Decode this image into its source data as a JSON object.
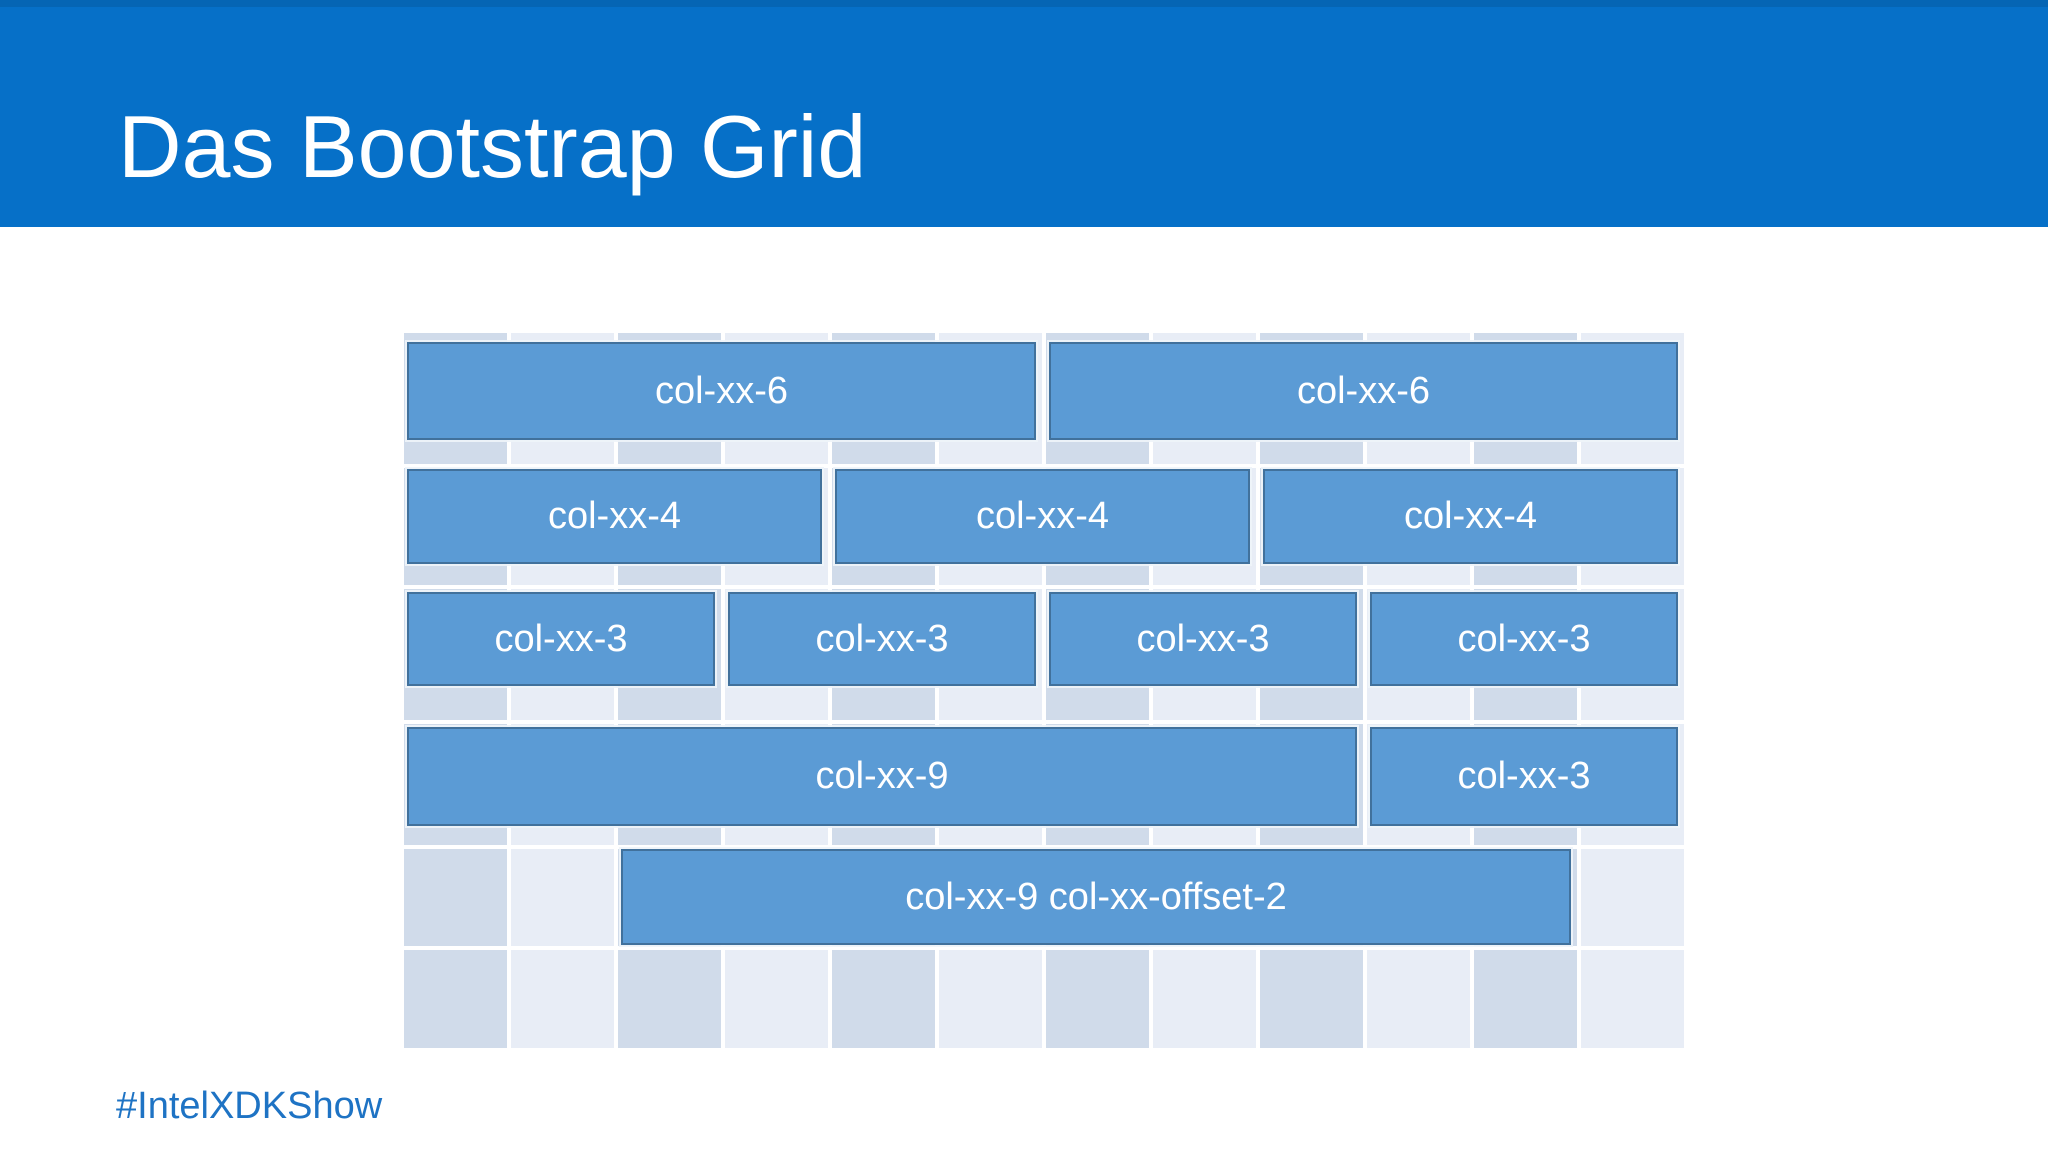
{
  "slide": {
    "title": "Das Bootstrap Grid",
    "hashtag": "#IntelXDKShow"
  },
  "colors": {
    "header_blue": "#0670C8",
    "header_blue_dark_strip": "#0565B4",
    "box_fill": "#5B9BD5",
    "box_border": "#41719C",
    "background_stripe_dark": "#D0DBEA",
    "background_stripe_light": "#E8EDF6",
    "hashtag_blue": "#1E73C4",
    "text_white": "#FFFFFF"
  },
  "grid": {
    "columns": 12,
    "rows": [
      {
        "boxes": [
          {
            "label": "col-xx-6",
            "span": 6
          },
          {
            "label": "col-xx-6",
            "span": 6
          }
        ]
      },
      {
        "boxes": [
          {
            "label": "col-xx-4",
            "span": 4
          },
          {
            "label": "col-xx-4",
            "span": 4
          },
          {
            "label": "col-xx-4",
            "span": 4
          }
        ]
      },
      {
        "boxes": [
          {
            "label": "col-xx-3",
            "span": 3
          },
          {
            "label": "col-xx-3",
            "span": 3
          },
          {
            "label": "col-xx-3",
            "span": 3
          },
          {
            "label": "col-xx-3",
            "span": 3
          }
        ]
      },
      {
        "boxes": [
          {
            "label": "col-xx-9",
            "span": 9
          },
          {
            "label": "col-xx-3",
            "span": 3
          }
        ]
      },
      {
        "boxes": [
          {
            "label": "col-xx-9 col-xx-offset-2",
            "span": 9,
            "offset": 2
          }
        ]
      }
    ]
  }
}
